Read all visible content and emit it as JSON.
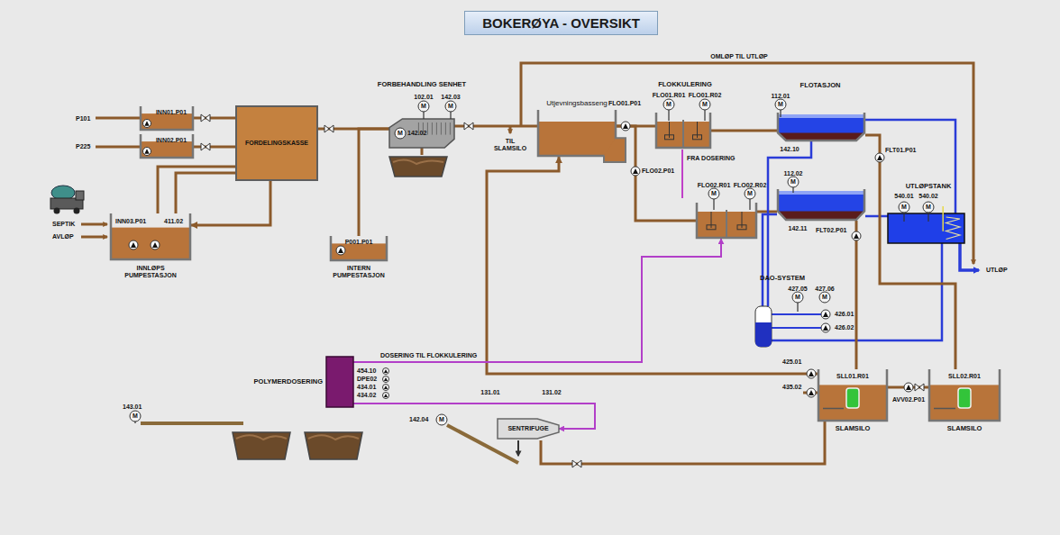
{
  "diagram": {
    "title": "BOKERØYA - OVERSIKT",
    "nodes": [
      {
        "text": [
          "INN01.P01"
        ]
      },
      {
        "text": [
          "INN02.P01"
        ]
      },
      {
        "text": [
          "FORDELINGSKASSE"
        ]
      },
      {
        "text": [
          "FORBEHANDLING SENHET",
          "102.01",
          "142.03",
          "142.02"
        ]
      },
      {
        "text": [
          "Utjevningsbasseng"
        ]
      },
      {
        "text": [
          "FLOKKULERING",
          "FLO01.R01",
          "FLO01.R02"
        ]
      },
      {
        "text": [
          "FLOTASJON",
          "112.01",
          "142.10"
        ]
      },
      {
        "text": [
          "INN03.P01",
          "411.02",
          "INNLØPS PUMPESTASJON"
        ]
      },
      {
        "text": [
          "P001.P01",
          "INTERN PUMPESTASJON"
        ]
      },
      {
        "text": [
          "FLO02.R01",
          "FLO02.R02"
        ]
      },
      {
        "text": [
          "112.02",
          "142.11"
        ]
      },
      {
        "text": [
          "UTLØPSTANK",
          "540.01",
          "540.02"
        ]
      },
      {
        "text": [
          "DAO-SYSTEM",
          "427.05",
          "427.06",
          "426.01",
          "426.02"
        ]
      },
      {
        "text": [
          "POLYMERDOSERING"
        ]
      },
      {
        "text": [
          "SENTRIFUGE",
          "131.01",
          "131.02"
        ]
      },
      {
        "text": [
          "SLL01.R01",
          "SLAMSILO"
        ]
      },
      {
        "text": [
          "SLL02.R01",
          "SLAMSILO"
        ]
      }
    ],
    "edges": [
      {
        "from": 0,
        "to": 2,
        "arrow": "none"
      },
      {
        "from": 1,
        "to": 2,
        "arrow": "none"
      },
      {
        "from": 7,
        "to": 2,
        "arrow": "none"
      },
      {
        "from": 2,
        "to": 7,
        "arrow": "to"
      },
      {
        "from": 2,
        "to": 3,
        "arrow": "none"
      },
      {
        "from": 8,
        "to": 3,
        "arrow": "none"
      },
      {
        "from": 3,
        "to": 4,
        "arrow": "none"
      },
      {
        "from": 4,
        "to": 5,
        "arrow": "none"
      },
      {
        "from": 4,
        "to": 9,
        "arrow": "none"
      },
      {
        "from": 5,
        "to": 6,
        "arrow": "none"
      },
      {
        "from": 9,
        "to": 10,
        "arrow": "none"
      },
      {
        "from": 6,
        "to": 11,
        "arrow": "none"
      },
      {
        "from": 10,
        "to": 11,
        "arrow": "none"
      },
      {
        "from": 11,
        "to": 12,
        "arrow": "none"
      },
      {
        "from": 12,
        "to": 6,
        "arrow": "none"
      },
      {
        "from": 12,
        "to": 10,
        "arrow": "none"
      },
      {
        "from": 6,
        "to": 16,
        "arrow": "none"
      },
      {
        "from": 10,
        "to": 15,
        "arrow": "none"
      },
      {
        "from": 16,
        "to": 15,
        "arrow": "none"
      },
      {
        "from": 15,
        "to": 14,
        "arrow": "none"
      },
      {
        "from": 15,
        "to": 4,
        "arrow": "to"
      },
      {
        "from": 13,
        "to": 14,
        "arrow": "to"
      },
      {
        "from": 13,
        "to": 9,
        "arrow": "to",
        "label": "DOSERING TIL FLOKKULERING"
      }
    ],
    "labels": [
      "P101",
      "P225",
      "SEPTIK",
      "AVLØP",
      "OMLØP TIL UTLØP",
      "TIL SLAMSILO",
      "FLO01.P01",
      "FLO02.P01",
      "FRA DOSERING",
      "FLT01.P01",
      "FLT02.P01",
      "UTLØP",
      "425.01",
      "435.02",
      "AVV02.P01",
      "454.10",
      "DPE02",
      "434.01",
      "434.02",
      "142.04",
      "143.01",
      "M",
      "M",
      "M",
      "M",
      "M",
      "M",
      "M",
      "M",
      "M",
      "M",
      "M",
      "M",
      "M",
      "M",
      "M"
    ]
  }
}
